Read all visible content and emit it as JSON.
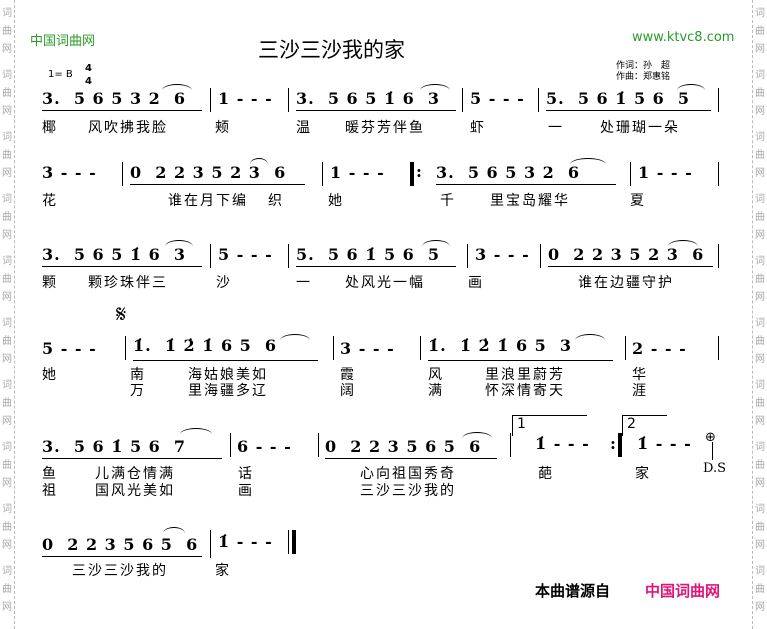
{
  "header": {
    "site_name": "中国词曲网",
    "title": "三沙三沙我的家",
    "url": "www.ktvc8.com",
    "key": "1= B",
    "time_top": "4",
    "time_bottom": "4",
    "lyricist": "作词：孙　超",
    "composer": "作曲：郑惠铭"
  },
  "watermark": "词曲网",
  "rows": [
    {
      "measures": [
        "3.  5 6 5 3 2  6",
        "1 - - -",
        "3.  5 6 5 1̇ 6  3",
        "5 - - -",
        "5.  5 6 1̇ 5 6  5"
      ],
      "lyrics": [
        "椰",
        "风吹拂我脸",
        "颊",
        "温",
        "暖芬芳伴鱼",
        "虾",
        "一",
        "处珊瑚一朵"
      ]
    },
    {
      "measures": [
        "3 - - -",
        "0  2 2 3 5 2 3  6",
        "1 - - -",
        "3.  5 6 5 3 2  6",
        "1 - - -"
      ],
      "lyrics": [
        "花",
        "谁在月下编",
        "织",
        "她",
        "千",
        "里宝岛耀华",
        "夏"
      ]
    },
    {
      "measures": [
        "3.  5 6 5 1̇ 6  3",
        "5 - - -",
        "5.  5 6 1̇ 5 6  5",
        "3 - - -",
        "0  2 2 3 5 2 3  6"
      ],
      "lyrics": [
        "颗",
        "颗珍珠伴三",
        "沙",
        "一",
        "处风光一幅",
        "画",
        "谁在边疆守护"
      ]
    },
    {
      "segno": "𝄋",
      "measures": [
        "5 - - -",
        "1̇.  1̇ 2̇ 1̇ 6 5  6",
        "3 - - -",
        "1̇.  1̇ 2̇ 1̇ 6 5  3",
        "2 - - -"
      ],
      "lyrics": [
        "她",
        "南",
        "海姑娘美如",
        "霞",
        "风",
        "里浪里蔚芳",
        "华"
      ],
      "lyrics2": [
        "万",
        "里海疆多辽",
        "阔",
        "满",
        "怀深情寄天",
        "涯"
      ]
    },
    {
      "measures": [
        "3.  5 6 1̇ 5 6  7",
        "6 - - -",
        "0  2 2 3 5 6 5  6",
        "1̇ - - -",
        "1̇ - - -"
      ],
      "volta1": "1",
      "volta2": "2",
      "ds": "D.S",
      "lyrics": [
        "鱼",
        "儿满仓情满",
        "话",
        "心向祖国秀奇",
        "葩",
        "家"
      ],
      "lyrics2": [
        "祖",
        "国风光美如",
        "画",
        "三沙三沙我的"
      ]
    },
    {
      "measures": [
        "0  2 2 3 5 6 5  6",
        "1̇ - - -"
      ],
      "lyrics": [
        "三沙三沙我的",
        "家"
      ]
    }
  ],
  "footer": {
    "source_label": "本曲谱源自",
    "source_site": "中国词曲网"
  },
  "colors": {
    "site_green": "#2a9a2a",
    "footer_pink": "#e0157a"
  }
}
